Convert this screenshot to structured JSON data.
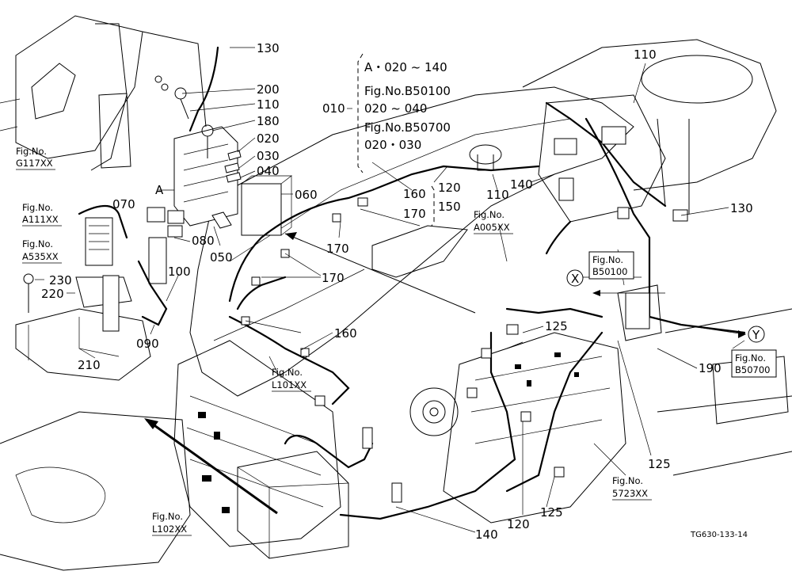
{
  "drawing_code": "TG630-133-14",
  "callouts": {
    "c130_top": "130",
    "c200": "200",
    "c110_left": "110",
    "c180": "180",
    "c020": "020",
    "c030": "030",
    "c040": "040",
    "c060": "060",
    "c070": "070",
    "c080": "080",
    "c050": "050",
    "c100": "100",
    "c230": "230",
    "c220": "220",
    "c090": "090",
    "c210": "210",
    "c010": "010",
    "c120_top": "120",
    "c160_top": "160",
    "c170_top": "170",
    "c150": "150",
    "c110_mid": "110",
    "c140_mid": "140",
    "c110_right": "110",
    "c130_right": "130",
    "c170_mid": "170",
    "c170_low": "170",
    "c160_low": "160",
    "c125_mid": "125",
    "c190": "190",
    "c125_right": "125",
    "c125_low": "125",
    "c120_low": "120",
    "c140_low": "140",
    "mark_a": "A",
    "mark_x": "X",
    "mark_y": "Y"
  },
  "group_010": {
    "line1": "A・020 ~ 140",
    "line2": "Fig.No.B50100",
    "line3": "020 ~ 040",
    "line4": "Fig.No.B50700",
    "line5": "020・030"
  },
  "figure_refs": {
    "g117": {
      "line1": "Fig.No.",
      "line2": "G117XX"
    },
    "a111": {
      "line1": "Fig.No.",
      "line2": "A111XX"
    },
    "a535": {
      "line1": "Fig.No.",
      "line2": "A535XX"
    },
    "a005": {
      "line1": "Fig.No.",
      "line2": "A005XX"
    },
    "b50100": {
      "line1": "Fig.No.",
      "line2": "B50100"
    },
    "b50700": {
      "line1": "Fig.No.",
      "line2": "B50700"
    },
    "l101": {
      "line1": "Fig.No.",
      "line2": "L101XX"
    },
    "l102": {
      "line1": "Fig.No.",
      "line2": "L102XX"
    },
    "s5723": {
      "line1": "Fig.No.",
      "line2": "5723XX"
    }
  }
}
